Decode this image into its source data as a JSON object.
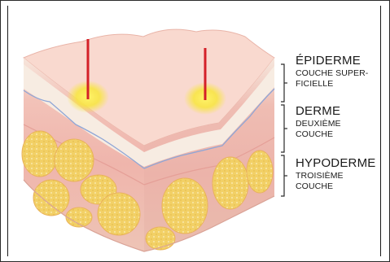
{
  "layers": [
    {
      "id": "epiderme",
      "name": "ÉPIDERME",
      "sub_line1": "COUCHE SUPER-",
      "sub_line2": "FICIELLE"
    },
    {
      "id": "derme",
      "name": "DERME",
      "sub_line1": "DEUXIÈME",
      "sub_line2": "COUCHE"
    },
    {
      "id": "hypoderme",
      "name": "HYPODERME",
      "sub_line1": "TROISIÈME",
      "sub_line2": "COUCHE"
    }
  ],
  "colors": {
    "epidermis_top": "#f9d9cf",
    "epidermis_band": "#f7ece2",
    "dermis": "#f1b7b0",
    "hypodermis": "#eec0b4",
    "fat_lobule": "#f2d066",
    "needle": "#d42028",
    "glow": "#f8e63c",
    "bracket": "#2a2a2a"
  },
  "icons": {
    "needle_1": "needle-icon",
    "needle_2": "needle-icon"
  }
}
